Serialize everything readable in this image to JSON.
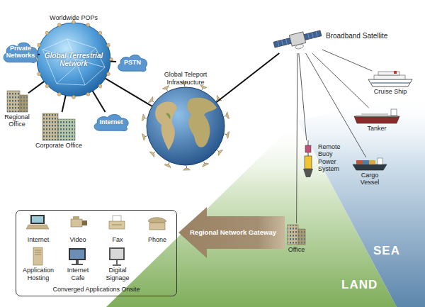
{
  "diagram": {
    "nodes": [
      {
        "text": [
          "Private Networks"
        ]
      },
      {
        "text": [
          "Worldwide POPs",
          "Global Terrestrial Network"
        ]
      },
      {
        "text": [
          "PSTN"
        ]
      },
      {
        "text": [
          "Regional Office"
        ]
      },
      {
        "text": [
          "Corporate Office"
        ]
      },
      {
        "text": [
          "Internet"
        ]
      },
      {
        "text": [
          "Global Teleport Infrastructure"
        ]
      },
      {
        "text": [
          "Broadband Satellite"
        ]
      },
      {
        "text": [
          "Cruise Ship"
        ]
      },
      {
        "text": [
          "Tanker"
        ]
      },
      {
        "text": [
          "Remote Buoy Power System"
        ]
      },
      {
        "text": [
          "Cargo Vessel"
        ]
      },
      {
        "text": [
          "Office"
        ]
      },
      {
        "text": [
          "Regional Network Gateway"
        ]
      },
      {
        "text": [
          "Converged Applications Onsite"
        ]
      },
      {
        "text": [
          "Internet"
        ],
        "in": 14
      },
      {
        "text": [
          "Video"
        ],
        "in": 14
      },
      {
        "text": [
          "Fax"
        ],
        "in": 14
      },
      {
        "text": [
          "Phone"
        ],
        "in": 14
      },
      {
        "text": [
          "Application Hosting"
        ],
        "in": 14
      },
      {
        "text": [
          "Internet Cafe"
        ],
        "in": 14
      },
      {
        "text": [
          "Digital Signage"
        ],
        "in": 14
      }
    ],
    "edges": [
      {
        "from": 1,
        "to": 0,
        "arrow": "none"
      },
      {
        "from": 1,
        "to": 2,
        "arrow": "none"
      },
      {
        "from": 1,
        "to": 3,
        "arrow": "none"
      },
      {
        "from": 1,
        "to": 4,
        "arrow": "none"
      },
      {
        "from": 1,
        "to": 5,
        "arrow": "none"
      },
      {
        "from": 1,
        "to": 6,
        "arrow": "none"
      },
      {
        "from": 6,
        "to": 7,
        "arrow": "none"
      },
      {
        "from": 7,
        "to": 8,
        "arrow": "none"
      },
      {
        "from": 7,
        "to": 9,
        "arrow": "none"
      },
      {
        "from": 7,
        "to": 10,
        "arrow": "none"
      },
      {
        "from": 7,
        "to": 11,
        "arrow": "none"
      },
      {
        "from": 7,
        "to": 12,
        "arrow": "none"
      }
    ],
    "labels": [
      "SEA",
      "LAND"
    ]
  }
}
